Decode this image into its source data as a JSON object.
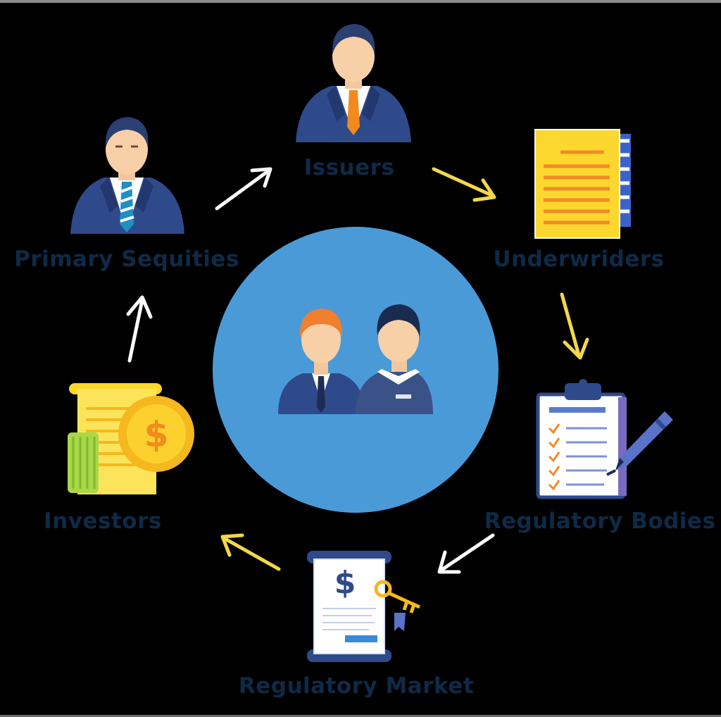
{
  "diagram": {
    "nodes": {
      "issuers": {
        "label": "Issuers",
        "icon": "businessman-orange-tie-icon"
      },
      "underwriters": {
        "label": "Underwriders",
        "icon": "document-icon"
      },
      "regulatory_bodies": {
        "label": "Regulatory Bodies",
        "icon": "clipboard-checklist-pen-icon"
      },
      "regulatory_market": {
        "label": "Regulatory Market",
        "icon": "dollar-scroll-key-icon"
      },
      "investors": {
        "label": "Investors",
        "icon": "money-coin-document-icon"
      },
      "primary_securities": {
        "label": "Primary Sequities",
        "icon": "businessman-striped-tie-icon"
      }
    },
    "center": {
      "icon": "two-people-icon"
    },
    "colors": {
      "background": "#000000",
      "label_text": "#0e2a47",
      "center_circle": "#4a9ad8",
      "suit": "#2f4a8a",
      "yellow_arrow": "#f2d84a",
      "white_arrow": "#ffffff",
      "document_yellow": "#fcd82e",
      "document_lines": "#f28a2a",
      "coin_gold": "#f5b81f"
    }
  }
}
